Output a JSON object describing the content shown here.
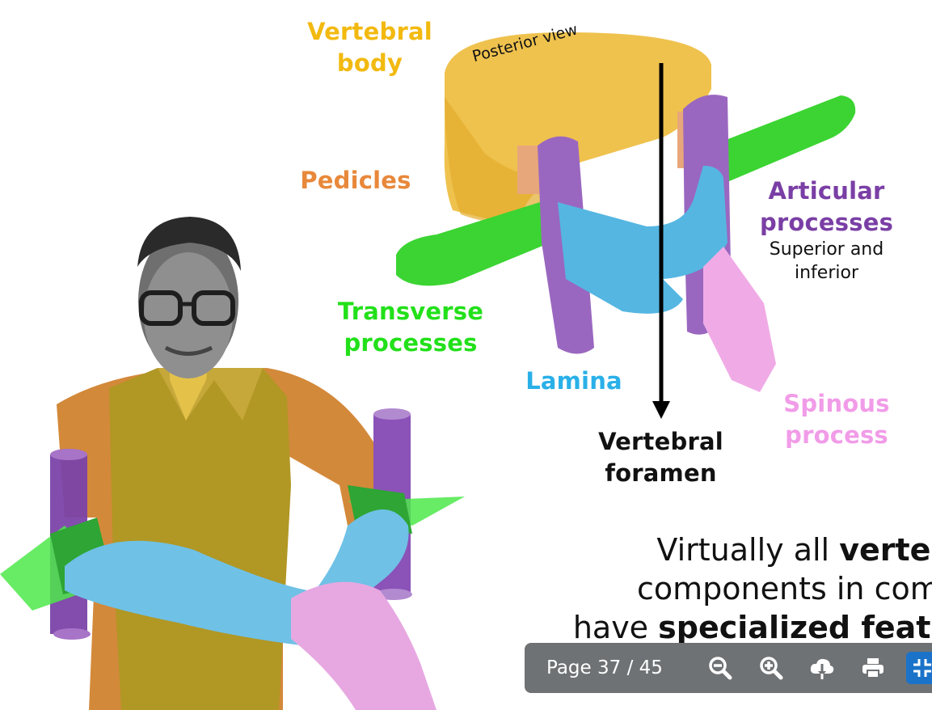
{
  "labels": {
    "vertebral_body": [
      "Vertebral",
      "body"
    ],
    "posterior_view": "Posterior view",
    "pedicles": "Pedicles",
    "articular_processes": [
      "Articular",
      "processes"
    ],
    "articular_sub": [
      "Superior and",
      "inferior"
    ],
    "transverse_processes": [
      "Transverse",
      "processes"
    ],
    "lamina": "Lamina",
    "spinous_process": [
      "Spinous",
      "process"
    ],
    "vertebral_foramen": [
      "Vertebral",
      "foramen"
    ]
  },
  "paragraph": {
    "line1_pre": "Virtually all ",
    "line1_bold": "vertebra",
    "line2": "components in commo",
    "line3_pre": "have ",
    "line3_bold": "specialized feature"
  },
  "toolbar": {
    "page_indicator": "Page 37 / 45",
    "buttons": [
      "zoom-out",
      "zoom-in",
      "download",
      "print",
      "exit-fullscreen"
    ]
  },
  "colors": {
    "vertebral_body": "#f2b90f",
    "pedicles": "#e8883a",
    "articular": "#7a3fa5",
    "transverse": "#22e01a",
    "lamina": "#2ab0e8",
    "spinous": "#f19ce8",
    "toolbar_bg": "#6f7275",
    "active_button": "#1a73c9"
  }
}
